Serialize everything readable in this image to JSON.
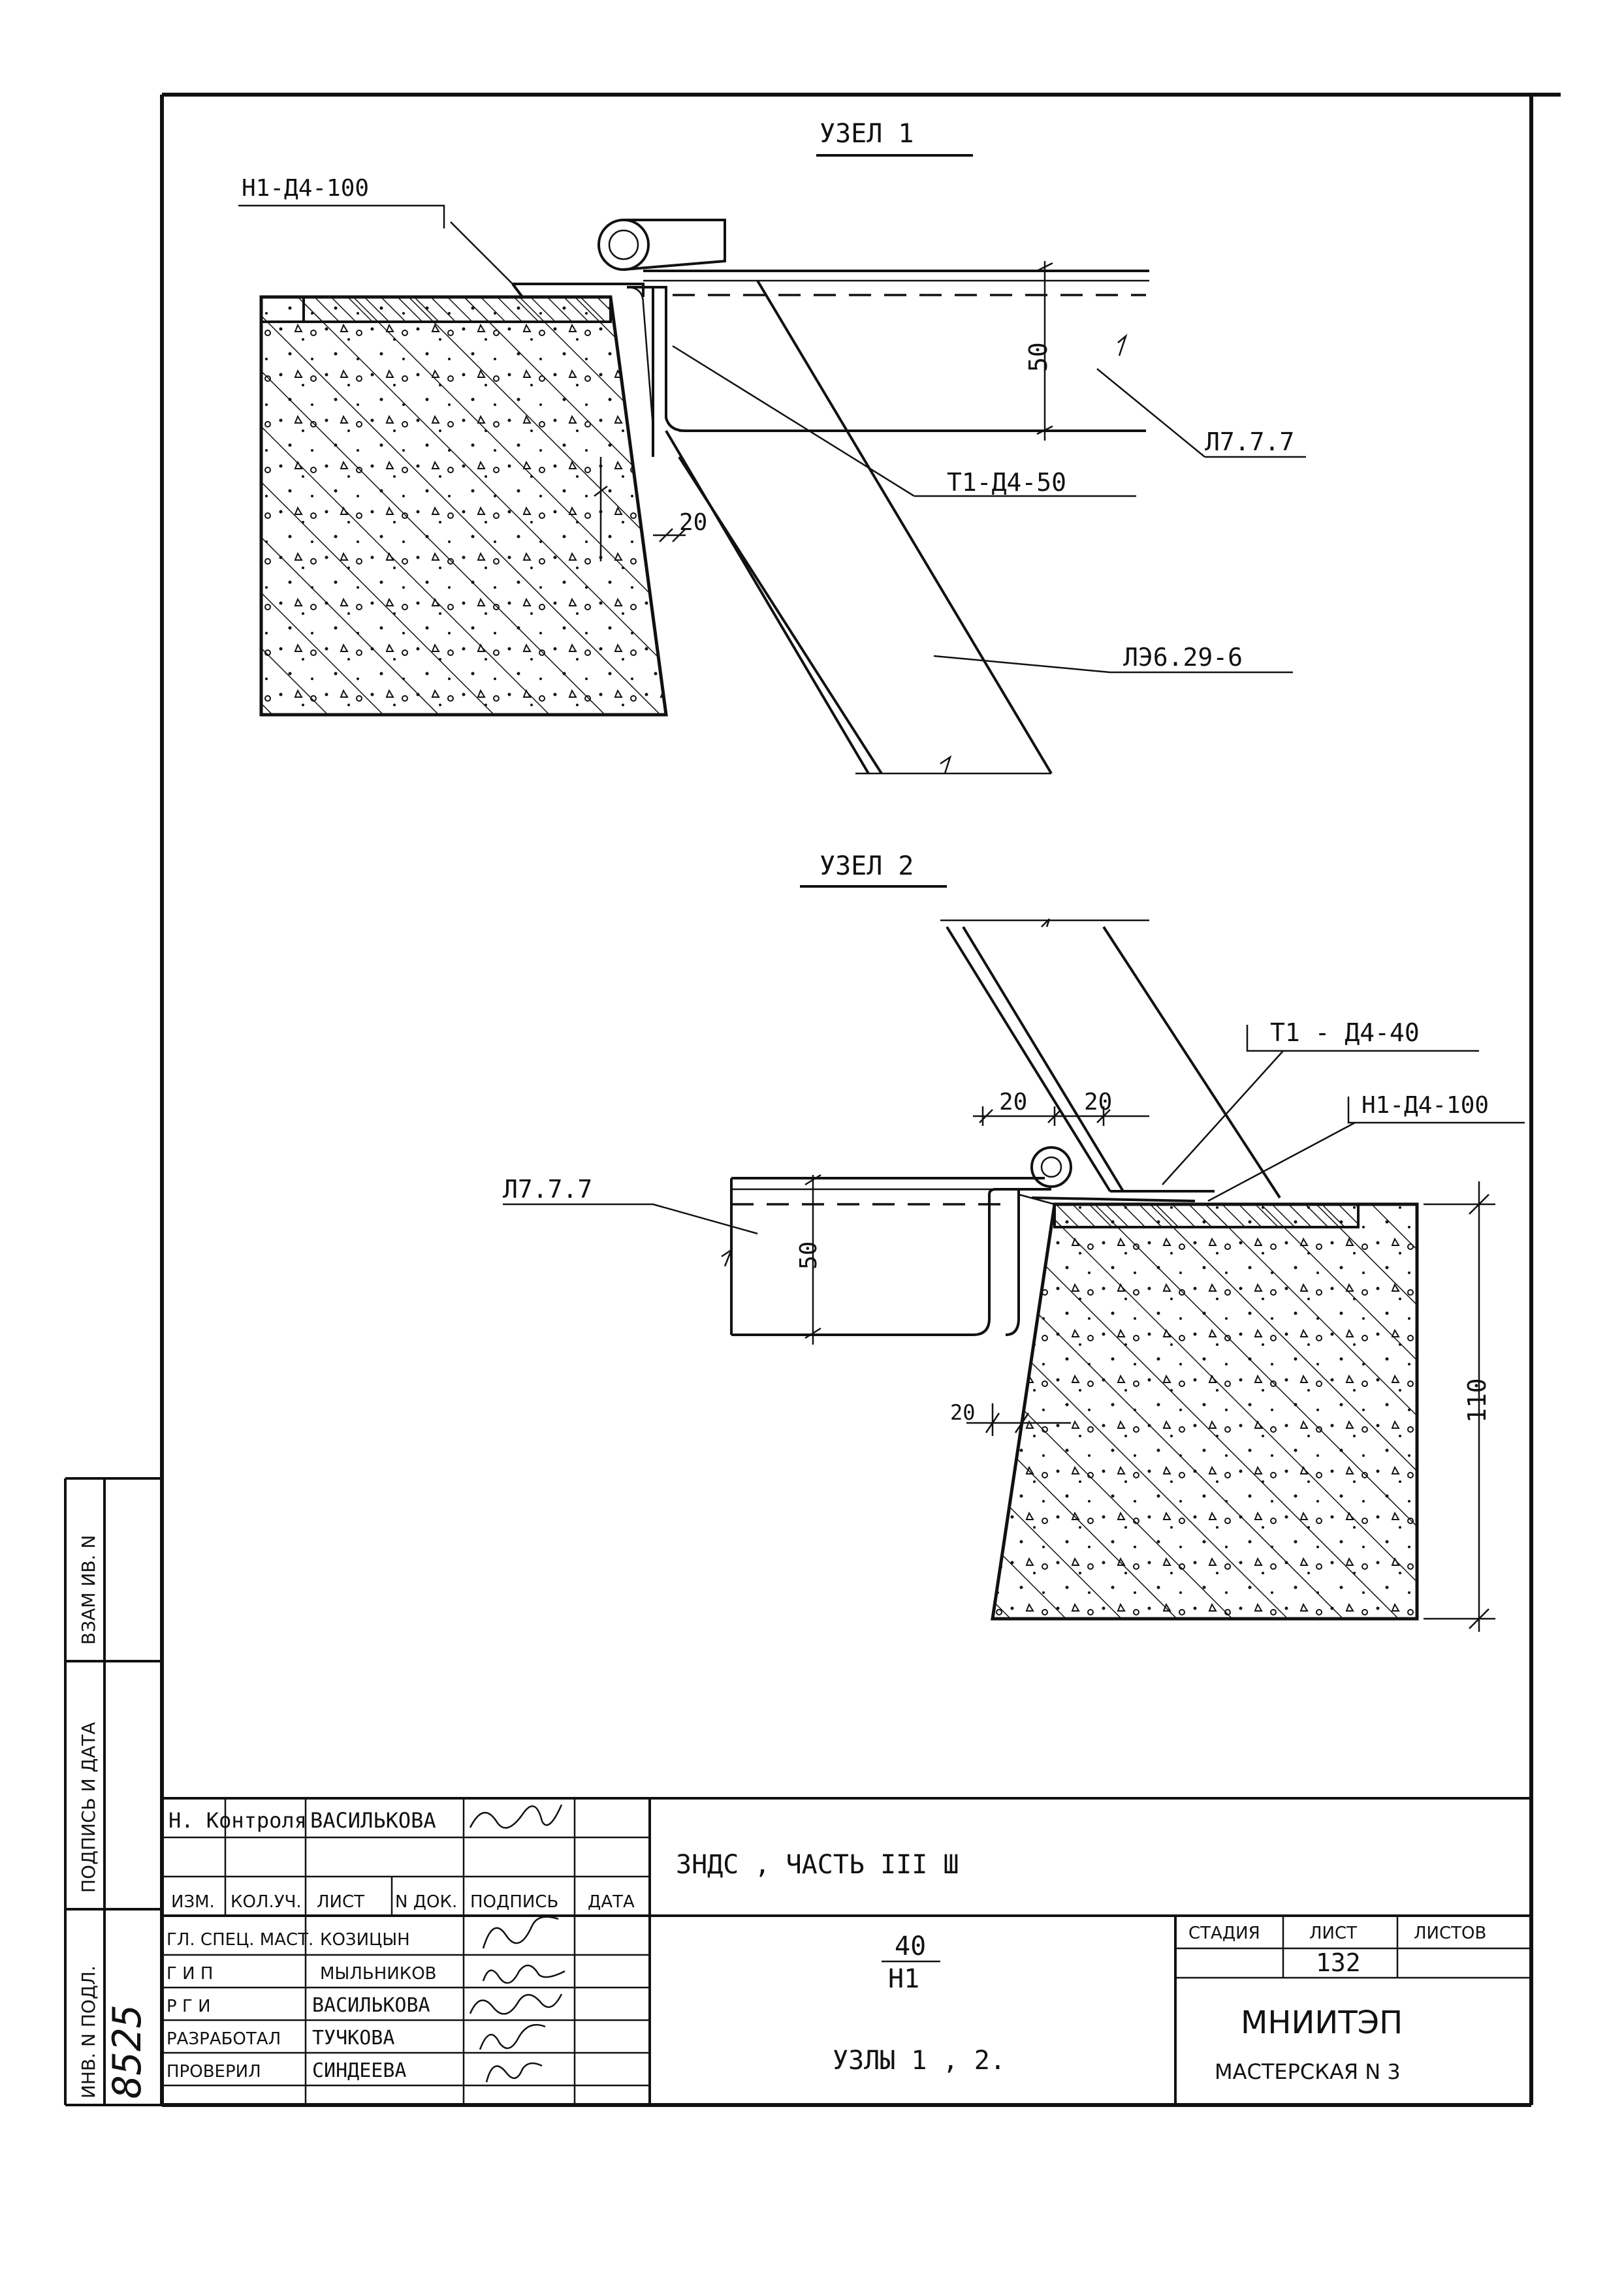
{
  "node1": {
    "title": "УЗЕЛ 1",
    "callout_top": "Н1-Д4-100",
    "dim_50": "50",
    "dim_20": "20",
    "callout_l777": "Л7.7.7",
    "callout_t1": "Т1-Д4-50",
    "callout_lz": "ЛЭ6.29-6"
  },
  "node2": {
    "title": "УЗЕЛ 2",
    "callout_t1": "Т1 - Д4-40",
    "callout_h1": "Н1-Д4-100",
    "callout_l777": "Л7.7.7",
    "dim_20a": "20",
    "dim_20b": "20",
    "dim_50": "50",
    "dim_20c": "20",
    "dim_110": "110"
  },
  "side_stamp": {
    "vzam": "ВЗАМ ИВ. N",
    "podpis": "ПОДПИСЬ И ДАТА",
    "inv": "ИНВ. N ПОДЛ.",
    "inv_value": "8525"
  },
  "title_block": {
    "rows": [
      {
        "role": "Н. Контроля",
        "name": "ВАСИЛЬКОВА"
      },
      {
        "role": "ИЗМ.",
        "col2": "КОЛ.УЧ.",
        "col3": "ЛИСТ",
        "col4": "N ДОК.",
        "col5": "ПОДПИСЬ",
        "col6": "ДАТА"
      },
      {
        "role": "ГЛ. СПЕЦ. МАСТ.",
        "name": "КОЗИЦЫН"
      },
      {
        "role": "Г И П",
        "name": "МЫЛЬНИКОВ"
      },
      {
        "role": "Р Г И",
        "name": "ВАСИЛЬКОВА"
      },
      {
        "role": "РАЗРАБОТАЛ",
        "name": "ТУЧКОВА"
      },
      {
        "role": "ПРОВЕРИЛ",
        "name": "СИНДЕЕВА"
      }
    ],
    "project": "ЗНДС , ЧАСТЬ III Ш",
    "code_top": "40",
    "code_bottom": "Н1",
    "sheet_title": "УЗЛЫ 1 , 2.",
    "stage_label": "СТАДИЯ",
    "sheet_label": "ЛИСТ",
    "sheets_label": "ЛИСТОВ",
    "sheet_number": "132",
    "org": "МНИИТЭП",
    "workshop": "МАСТЕРСКАЯ N 3"
  }
}
